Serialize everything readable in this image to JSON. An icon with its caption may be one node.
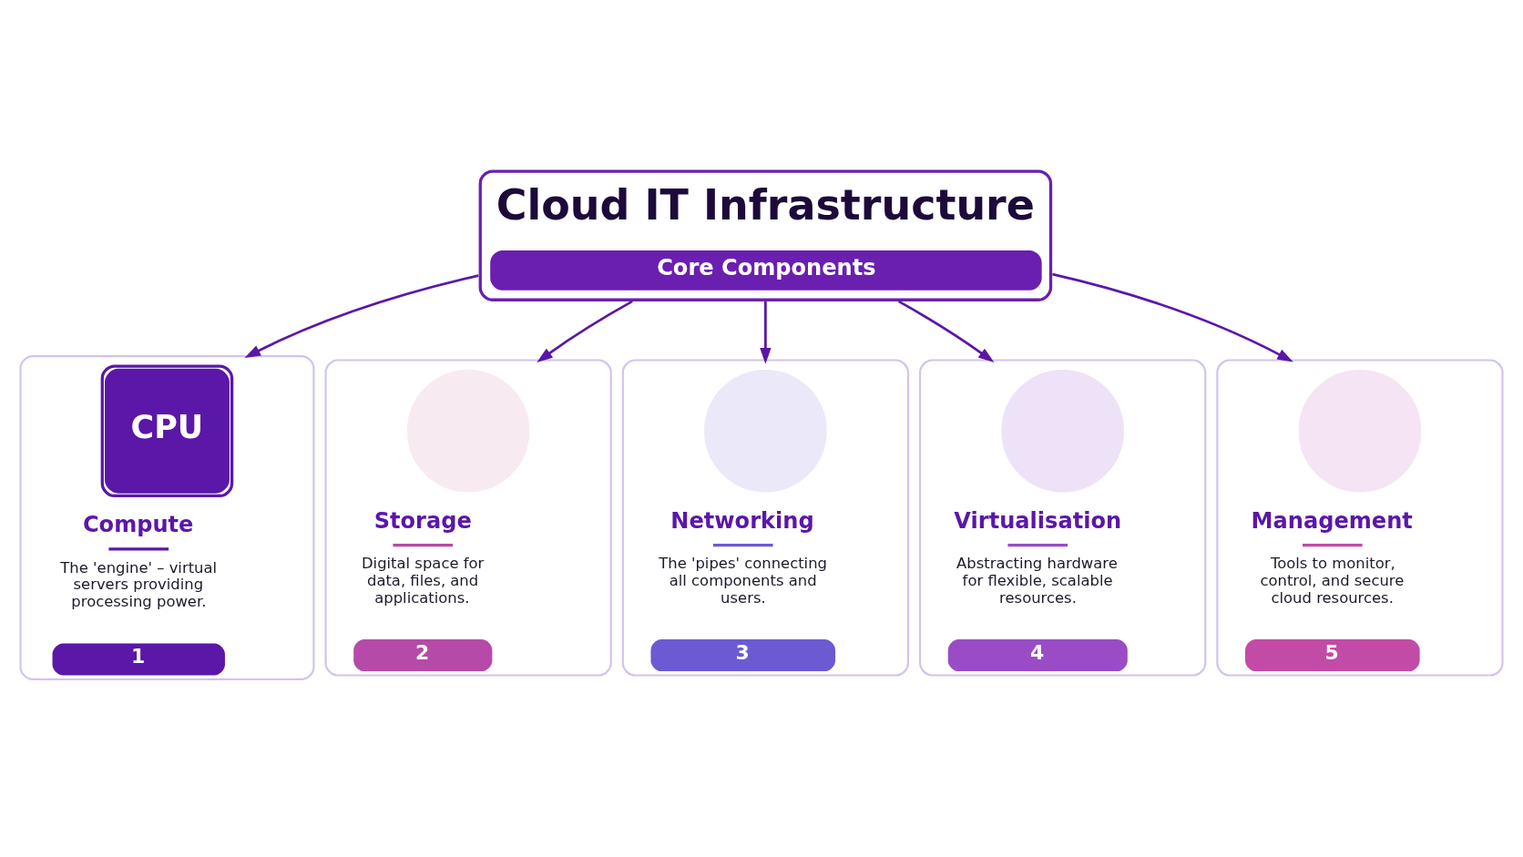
{
  "diagram": {
    "nodes": [
      {
        "text": [
          "Cloud IT Infrastructure",
          "Core Components"
        ]
      },
      {
        "text": [
          "Compute",
          "The 'engine' – virtual servers providing processing power.",
          "1"
        ]
      },
      {
        "text": [
          "CPU"
        ],
        "in": 1
      },
      {
        "text": [
          "Storage",
          "Digital space for data, files, and applications.",
          "2"
        ]
      },
      {
        "text": [],
        "shape": "circle",
        "in": 3
      },
      {
        "text": [
          "Networking",
          "The 'pipes' connecting all components and users.",
          "3"
        ]
      },
      {
        "text": [],
        "shape": "circle",
        "in": 5
      },
      {
        "text": [
          "Virtualisation",
          "Abstracting hardware for flexible, scalable resources.",
          "4"
        ]
      },
      {
        "text": [],
        "shape": "circle",
        "in": 7
      },
      {
        "text": [
          "Management",
          "Tools to monitor, control, and secure cloud resources.",
          "5"
        ]
      },
      {
        "text": [],
        "shape": "circle",
        "in": 9
      }
    ],
    "edges": [
      {
        "from": 0,
        "to": 1,
        "arrow": "to"
      },
      {
        "from": 0,
        "to": 3,
        "arrow": "to"
      },
      {
        "from": 0,
        "to": 5,
        "arrow": "to"
      },
      {
        "from": 0,
        "to": 7,
        "arrow": "to"
      },
      {
        "from": 0,
        "to": 9,
        "arrow": "to"
      }
    ]
  }
}
